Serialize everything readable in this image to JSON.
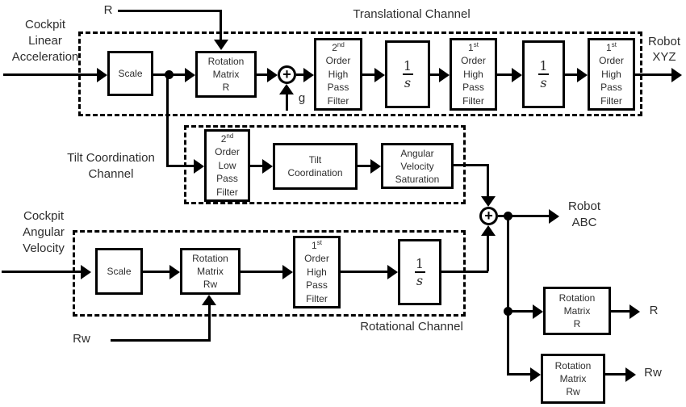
{
  "channels": {
    "translational": "Translational Channel",
    "tilt": {
      "l1": "Tilt Coordination",
      "l2": "Channel"
    },
    "rotational": "Rotational Channel"
  },
  "inputs": {
    "cockpit_linear_acceleration": {
      "l1": "Cockpit",
      "l2": "Linear",
      "l3": "Acceleration"
    },
    "cockpit_angular_velocity": {
      "l1": "Cockpit",
      "l2": "Angular",
      "l3": "Velocity"
    },
    "r": "R",
    "rw": "Rw",
    "g": "g"
  },
  "outputs": {
    "robot_xyz": {
      "l1": "Robot",
      "l2": "XYZ"
    },
    "robot_abc": {
      "l1": "Robot",
      "l2": "ABC"
    },
    "r": "R",
    "rw": "Rw"
  },
  "blocks": {
    "scale": "Scale",
    "rotation_matrix_r": {
      "l1": "Rotation",
      "l2": "Matrix",
      "l3": "R"
    },
    "rotation_matrix_rw": {
      "l1": "Rotation",
      "l2": "Matrix",
      "l3": "Rw"
    },
    "second_order_hpf": {
      "ord": "2",
      "sup": "nd",
      "l2": "Order",
      "l3": "High",
      "l4": "Pass",
      "l5": "Filter"
    },
    "first_order_hpf": {
      "ord": "1",
      "sup": "st",
      "l2": "Order",
      "l3": "High",
      "l4": "Pass",
      "l5": "Filter"
    },
    "second_order_lpf": {
      "ord": "2",
      "sup": "nd",
      "l2": "Order",
      "l3": "Low",
      "l4": "Pass",
      "l5": "Filter"
    },
    "integrator": {
      "num": "1",
      "den": "s"
    },
    "tilt_coordination": {
      "l1": "Tilt",
      "l2": "Coordination"
    },
    "angular_velocity_saturation": {
      "l1": "Angular",
      "l2": "Velocity",
      "l3": "Saturation"
    }
  },
  "symbols": {
    "plus": "+"
  },
  "colors": {
    "line": "#000000",
    "text": "#2e2e2e",
    "background": "#ffffff"
  }
}
